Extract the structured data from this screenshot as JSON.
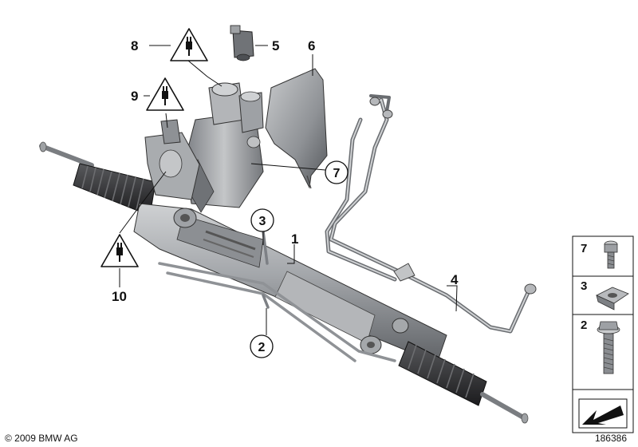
{
  "callouts": {
    "c1": "1",
    "c2": "2",
    "c3": "3",
    "c4": "4",
    "c5": "5",
    "c6": "6",
    "c7": "7",
    "c8": "8",
    "c9": "9",
    "c10": "10"
  },
  "legend": {
    "items": [
      {
        "number": "7",
        "part": "torx-bolt"
      },
      {
        "number": "3",
        "part": "cage-nut"
      },
      {
        "number": "2",
        "part": "hex-bolt-with-washer"
      }
    ]
  },
  "footer": {
    "copyright": "© 2009 BMW AG",
    "diagram_id": "186386"
  },
  "colors": {
    "metal_dark": "#6e7176",
    "metal_mid": "#9a9da1",
    "metal_light": "#d5d7d9",
    "boot_dark": "#2e2e30",
    "line": "#111111"
  }
}
